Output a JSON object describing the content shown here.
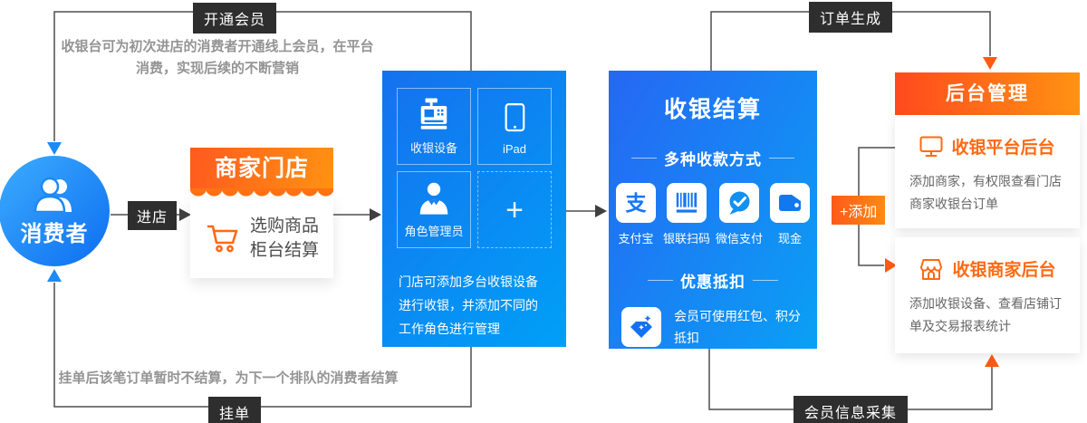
{
  "colors": {
    "accent_orange": "#ff6a12",
    "accent_blue": "#1677f5",
    "panel_blue_start": "#1571ee",
    "panel_blue_end": "#00a0f7",
    "connector_line": "#4f4f4f",
    "label_bg": "#2e2e2e",
    "annotation_gray": "#949494"
  },
  "icons": {
    "consumer": "two-users-icon",
    "store_cart": "shopping-cart-icon",
    "register": "cash-register-icon",
    "ipad": "tablet-icon",
    "role": "person-tie-icon",
    "add_device": "plus-icon",
    "alipay": "alipay-icon",
    "alipay_glyph": "支",
    "unionpay": "barcode-icon",
    "wechat": "wechat-pay-icon",
    "cash": "wallet-icon",
    "discount": "diamond-icon",
    "platform": "monitor-icon",
    "merchant": "storefront-icon"
  },
  "flow_labels": {
    "open_membership": "开通会员",
    "order_generated": "订单生成",
    "enter_store": "进店",
    "hold_order": "挂单",
    "member_info_collect": "会员信息采集",
    "add": "+添加"
  },
  "annotations": {
    "top_line1": "收银台可为初次进店的消费者开通线上会员，在平台",
    "top_line2": "消费，实现后续的不断营销",
    "bottom_line": "挂单后该笔订单暂时不结算，为下一个排队的消费者结算"
  },
  "consumer": {
    "label": "消费者"
  },
  "store": {
    "title": "商家门店",
    "line1": "选购商品",
    "line2": "柜台结算"
  },
  "devices": {
    "cells": [
      {
        "label": "收银设备"
      },
      {
        "label": "iPad"
      },
      {
        "label": "角色管理员"
      },
      {
        "label": "+"
      }
    ],
    "desc": "门店可添加多台收银设备进行收银，并添加不同的工作角色进行管理"
  },
  "settlement": {
    "title": "收银结算",
    "pay_header": "多种收款方式",
    "payments": [
      "支付宝",
      "银联扫码",
      "微信支付",
      "现金"
    ],
    "discount_header": "优惠抵扣",
    "discount_desc": "会员可使用红包、积分抵扣"
  },
  "backend": {
    "title": "后台管理",
    "card1": {
      "title": "收银平台后台",
      "desc": "添加商家，有权限查看门店商家收银台订单"
    },
    "card2": {
      "title": "收银商家后台",
      "desc": "添加收银设备、查看店铺订单及交易报表统计"
    }
  }
}
